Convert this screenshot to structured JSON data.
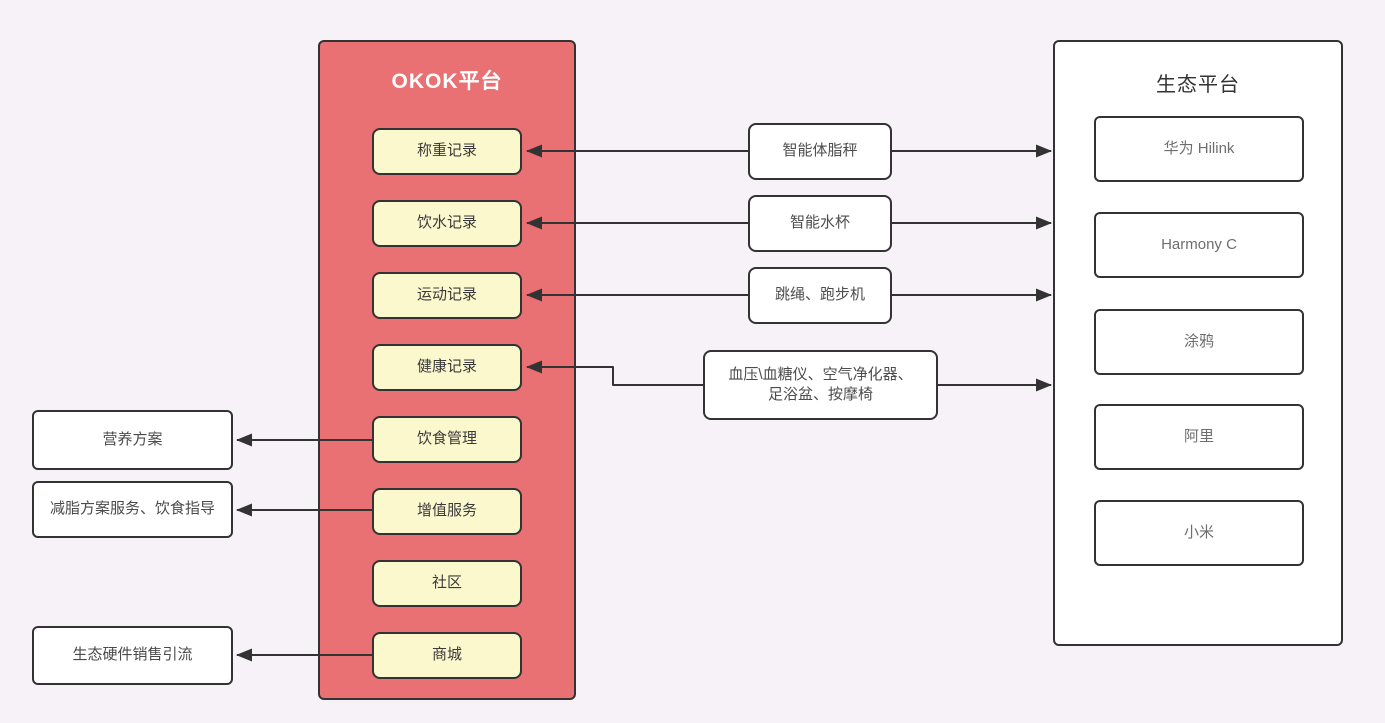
{
  "background_color": "#F7F2F7",
  "colors": {
    "okok_panel_fill": "#E97073",
    "okok_item_fill": "#FBF8CE",
    "eco_panel_fill": "#FFFFFF",
    "border": "#333333",
    "connector": "#333333",
    "okok_title_text": "#FFFFFF",
    "eco_title_text": "#333333"
  },
  "okok_panel": {
    "title": "OKOK平台",
    "items": [
      "称重记录",
      "饮水记录",
      "运动记录",
      "健康记录",
      "饮食管理",
      "增值服务",
      "社区",
      "商城"
    ]
  },
  "eco_panel": {
    "title": "生态平台",
    "items": [
      "华为 Hilink",
      "Harmony C",
      "涂鸦",
      "阿里",
      "小米"
    ]
  },
  "device_boxes": [
    "智能体脂秤",
    "智能水杯",
    "跳绳、跑步机",
    "血压\\血糖仪、空气净化器、\n足浴盆、按摩椅"
  ],
  "output_boxes": [
    "营养方案",
    "减脂方案服务、饮食指导",
    "生态硬件销售引流"
  ]
}
